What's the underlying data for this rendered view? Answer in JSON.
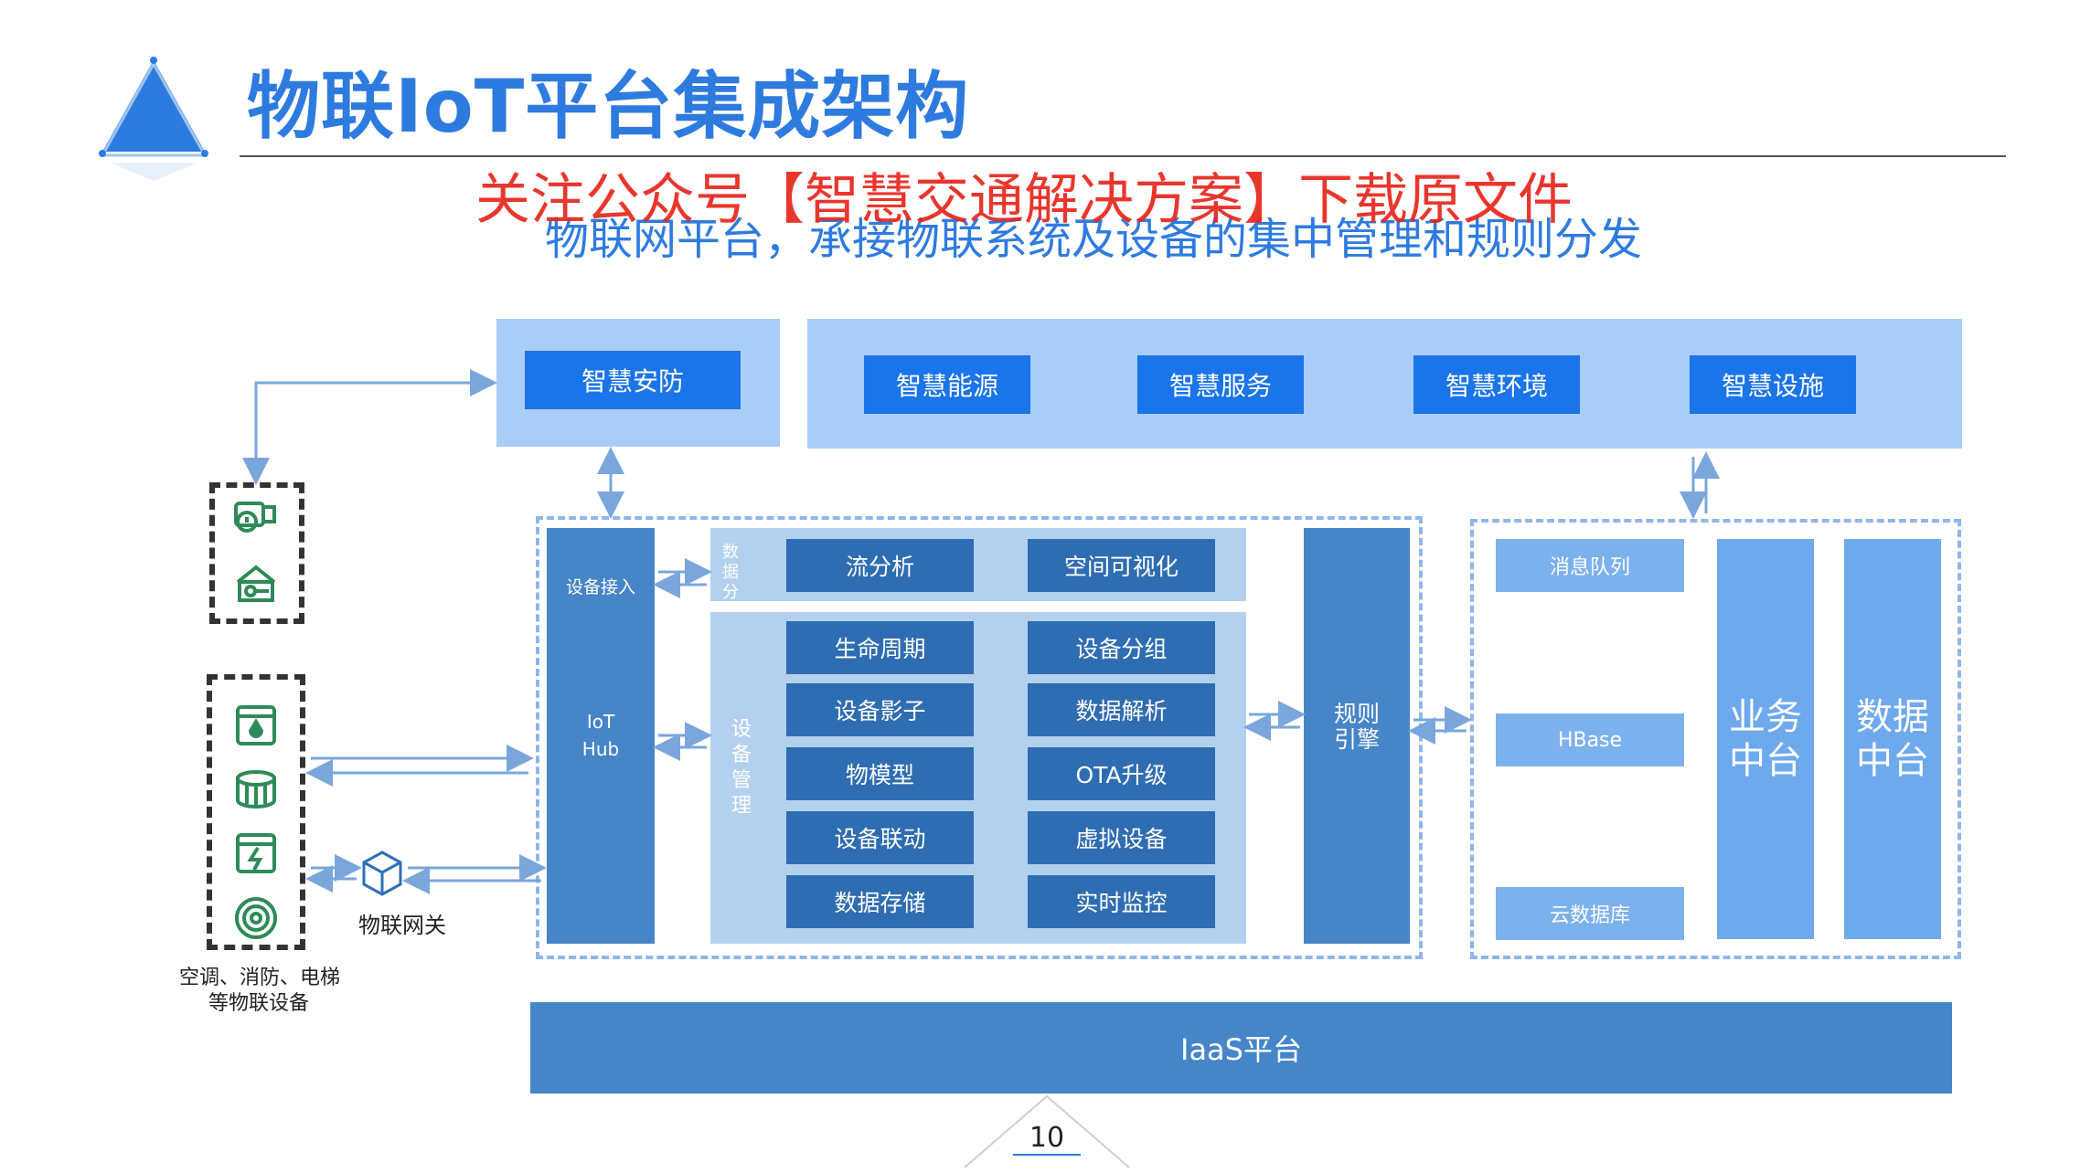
{
  "title": "物联IoT平台集成架构",
  "watermark": "关注公众号【智慧交通解决方案】下载原文件",
  "subtitle": "物联网平台，承接物联系统及设备的集中管理和规则分发",
  "top_left": {
    "label": "智慧安防"
  },
  "top_right": {
    "items": [
      "智慧能源",
      "智慧服务",
      "智慧环境",
      "智慧设施"
    ]
  },
  "iot_hub": {
    "access_label": "设备接入",
    "hub_line1": "IoT",
    "hub_line2": "Hub"
  },
  "data_analysis": {
    "label": "数据分析",
    "items": [
      "流分析",
      "空间可视化"
    ]
  },
  "device_mgmt": {
    "label": "设备管理",
    "left": [
      "生命周期",
      "设备影子",
      "物模型",
      "设备联动",
      "数据存储"
    ],
    "right": [
      "设备分组",
      "数据解析",
      "OTA升级",
      "虚拟设备",
      "实时监控"
    ]
  },
  "rule_engine": {
    "line1": "规则",
    "line2": "引擎"
  },
  "right_panel": {
    "items": [
      "消息队列",
      "HBase",
      "云数据库"
    ],
    "col1": {
      "line1": "业务",
      "line2": "中台"
    },
    "col2": {
      "line1": "数据",
      "line2": "中台"
    }
  },
  "devices": {
    "caption_line1": "空调、消防、电梯",
    "caption_line2": "等物联设备",
    "gateway": "物联网关"
  },
  "iaas": "IaaS平台",
  "page_number": "10",
  "icons": [
    "logo-triangle-icon",
    "camera-icon",
    "key-card-icon",
    "water-meter-icon",
    "fan-icon",
    "power-meter-icon",
    "sensor-icon",
    "gateway-box-icon"
  ],
  "colors": {
    "primary_blue": "#1a74ea",
    "title_blue": "#2e7be0",
    "steel_blue": "#4585c8",
    "watermark_red": "#e8251c"
  }
}
